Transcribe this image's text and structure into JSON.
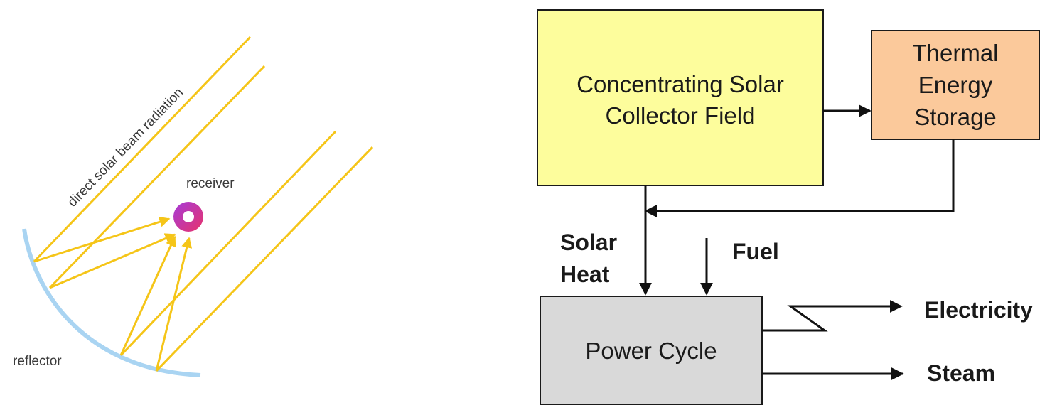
{
  "left_diagram": {
    "beam_label": "direct solar beam radiation",
    "receiver_label": "receiver",
    "reflector_label": "reflector"
  },
  "flow_diagram": {
    "collector_field": [
      "Concentrating Solar",
      "Collector Field"
    ],
    "thermal_storage": [
      "Thermal",
      "Energy",
      "Storage"
    ],
    "power_cycle": "Power Cycle",
    "solar_heat": [
      "Solar",
      "Heat"
    ],
    "fuel": "Fuel",
    "electricity": "Electricity",
    "steam": "Steam"
  },
  "colors": {
    "beam": "#f5c518",
    "reflector": "#a9d4f2",
    "receiver_outer": "#8a2be2",
    "receiver_inner": "#e8336b",
    "collector_fill": "#fdfd9c",
    "storage_fill": "#fbc99b",
    "power_fill": "#d9d9d9"
  }
}
